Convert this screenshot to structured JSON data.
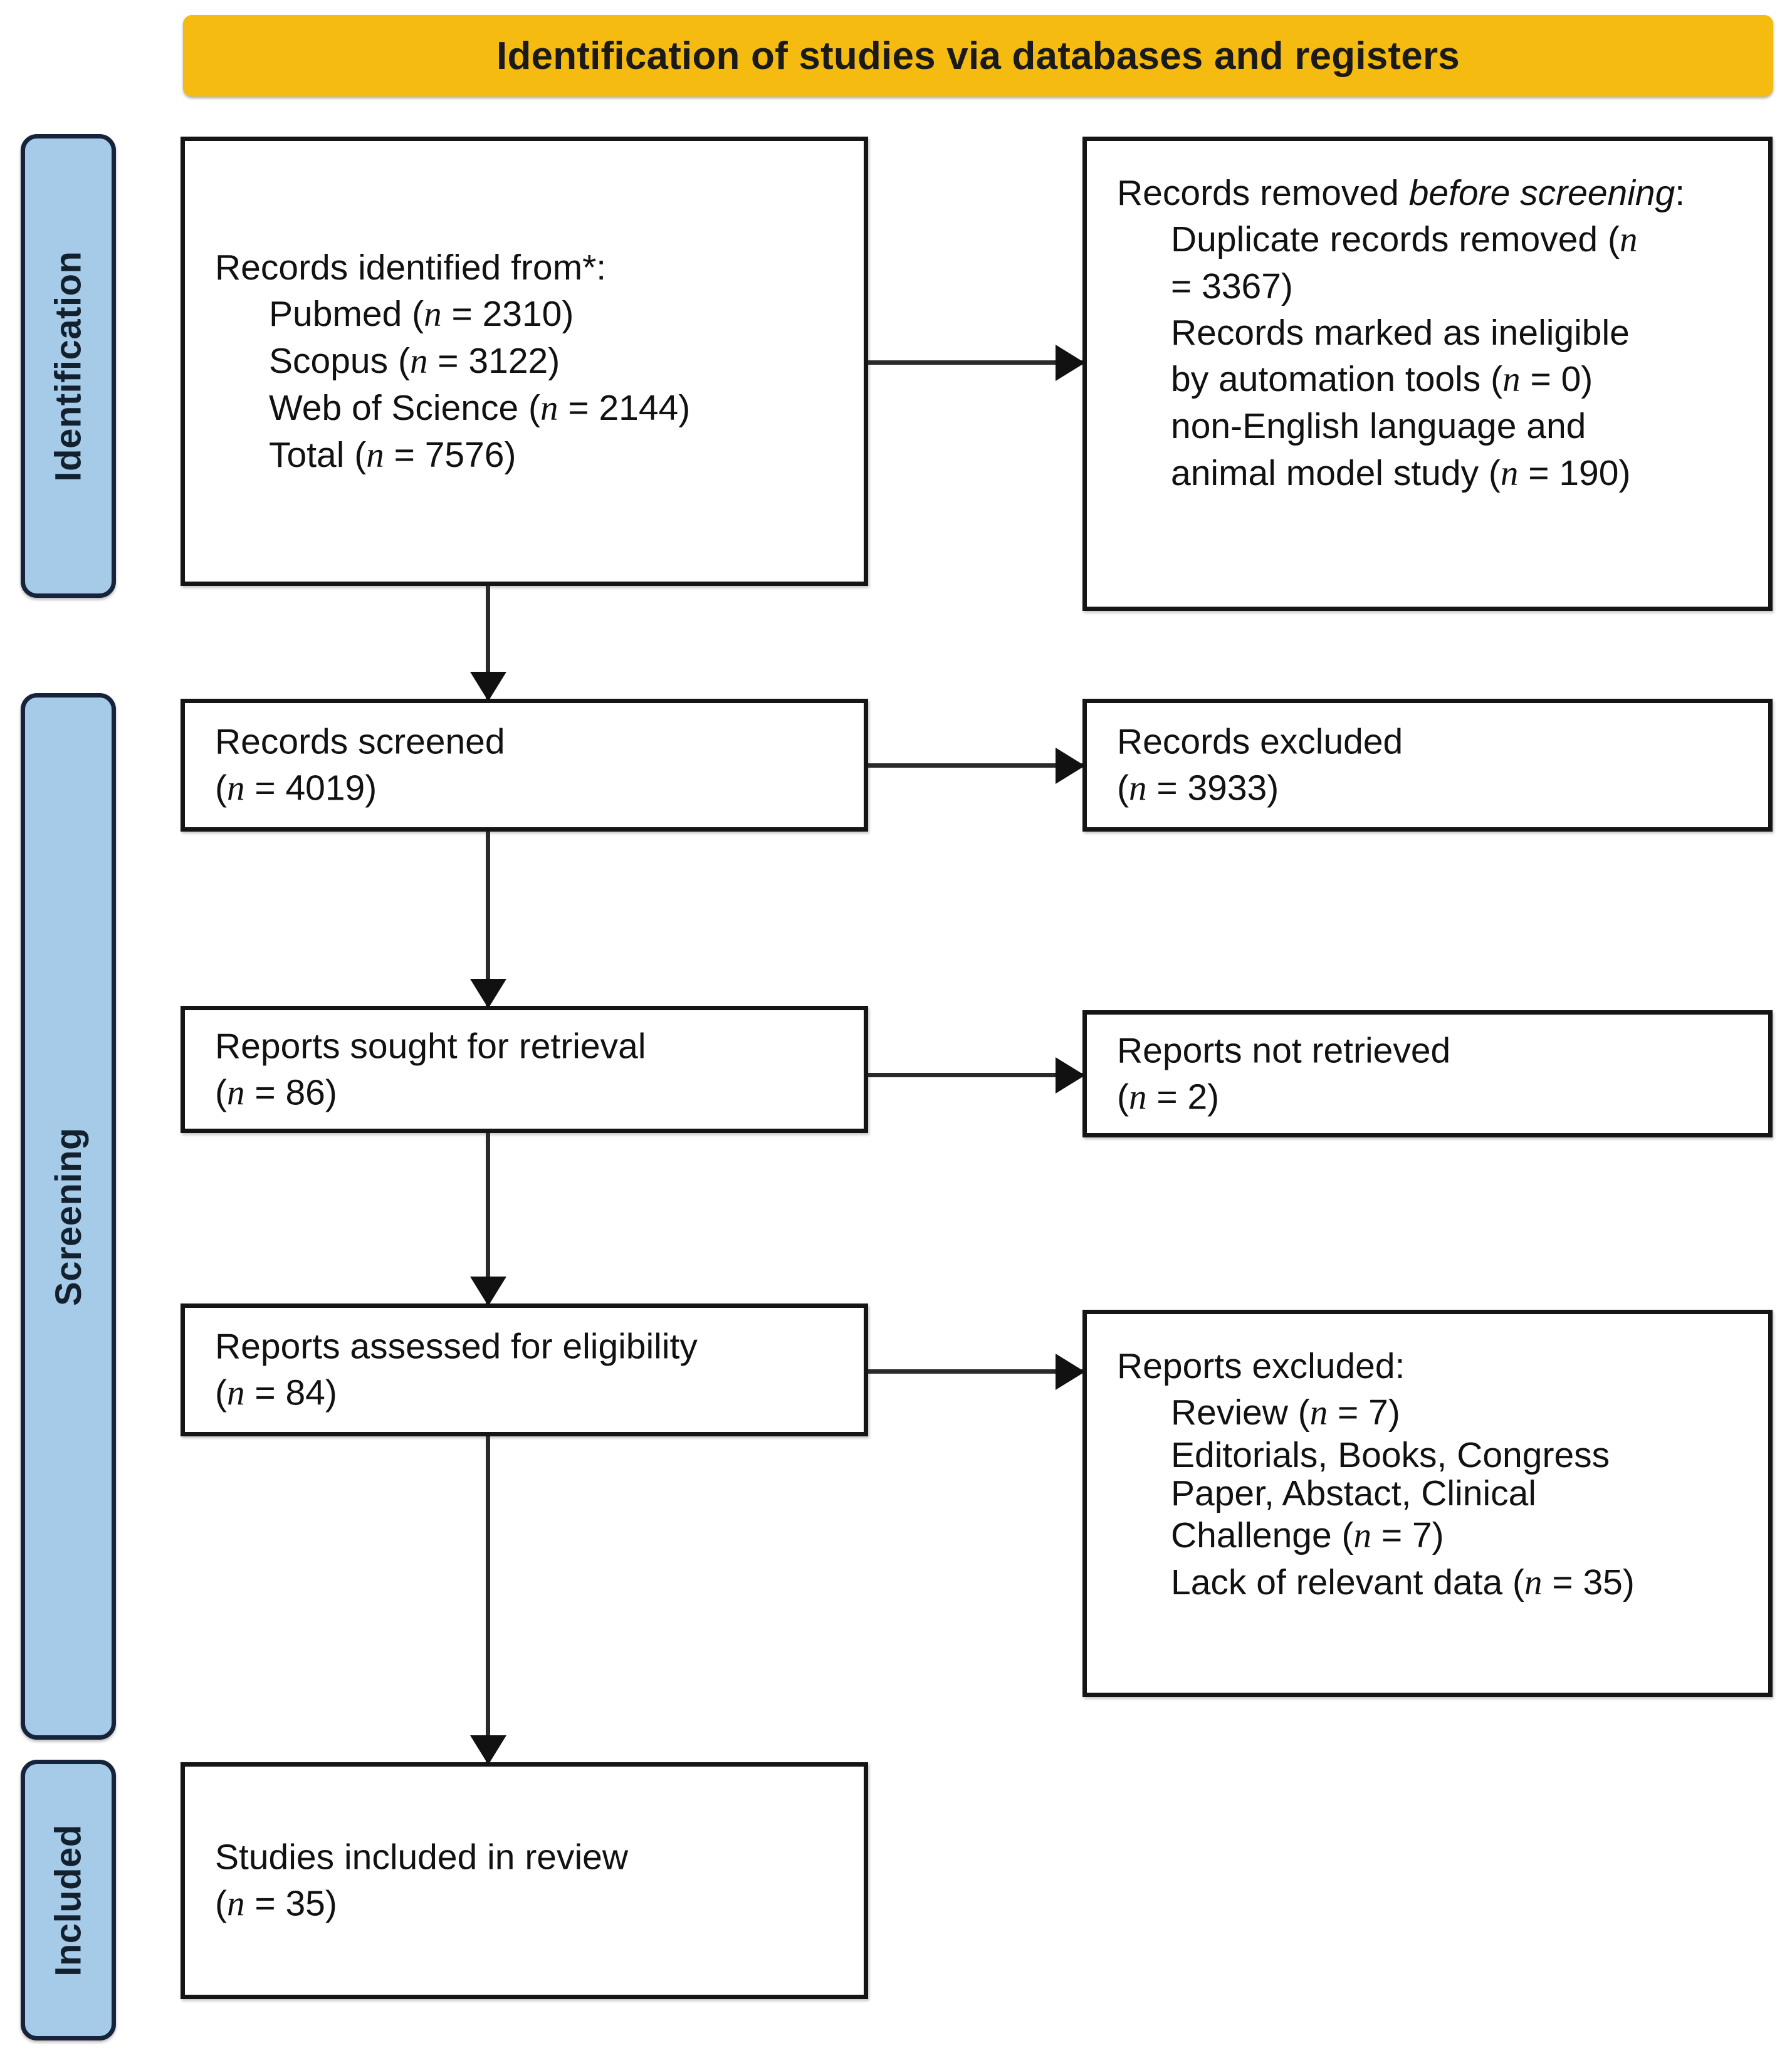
{
  "header": {
    "title": "Identification of studies via databases and registers",
    "accent_color": "#F5BB11"
  },
  "stages": {
    "identification": "Identification",
    "screening": "Screening",
    "included": "Included",
    "bar_color": "#A6CBE9",
    "bar_border_color": "#16233A"
  },
  "boxes": {
    "identified": {
      "heading": "Records identified from*:",
      "items": [
        "Pubmed (n = 2310)",
        "Scopus (n = 3122)",
        "Web of Science (n = 2144)",
        "Total (n = 7576)"
      ]
    },
    "removed": {
      "heading_part1": "Records removed ",
      "heading_italic": "before screening",
      "heading_part2": ":",
      "items": [
        "Duplicate records removed (n",
        "= 3367)",
        "Records marked as ineligible",
        "by automation tools (n = 0)",
        "non-English language and",
        "animal model study (n = 190)"
      ]
    },
    "screened": {
      "label": "Records screened",
      "count": "(n = 4019)"
    },
    "excluded": {
      "label": "Records excluded",
      "count": "(n = 3933)"
    },
    "sought": {
      "label": "Reports sought for retrieval",
      "count": "(n = 86)"
    },
    "not_retrieved": {
      "label": "Reports not retrieved",
      "count": "(n = 2)"
    },
    "assessed": {
      "label": "Reports assessed for eligibility",
      "count": "(n = 84)"
    },
    "reports_excluded": {
      "heading": "Reports excluded:",
      "items": [
        "Review (n = 7)",
        "Editorials, Books, Congress",
        "Paper, Abstact, Clinical",
        "Challenge (n = 7)",
        "Lack of relevant data (n = 35)"
      ]
    },
    "included": {
      "label": "Studies included in review",
      "count": "(n = 35)"
    }
  },
  "chart_data": {
    "type": "diagram",
    "title": "Identification of studies via databases and registers",
    "nodes": [
      {
        "id": "identified",
        "stage": "Identification",
        "label": "Records identified from*",
        "n": 7576,
        "sources": [
          {
            "name": "Pubmed",
            "n": 2310
          },
          {
            "name": "Scopus",
            "n": 3122
          },
          {
            "name": "Web of Science",
            "n": 2144
          }
        ]
      },
      {
        "id": "removed",
        "stage": "Identification",
        "label": "Records removed before screening",
        "reasons": [
          {
            "name": "Duplicate records removed",
            "n": 3367
          },
          {
            "name": "Records marked as ineligible by automation tools",
            "n": 0
          },
          {
            "name": "non-English language and animal model study",
            "n": 190
          }
        ]
      },
      {
        "id": "screened",
        "stage": "Screening",
        "label": "Records screened",
        "n": 4019
      },
      {
        "id": "excluded",
        "stage": "Screening",
        "label": "Records excluded",
        "n": 3933
      },
      {
        "id": "sought",
        "stage": "Screening",
        "label": "Reports sought for retrieval",
        "n": 86
      },
      {
        "id": "not_retrieved",
        "stage": "Screening",
        "label": "Reports not retrieved",
        "n": 2
      },
      {
        "id": "assessed",
        "stage": "Screening",
        "label": "Reports assessed for eligibility",
        "n": 84
      },
      {
        "id": "reports_excluded",
        "stage": "Screening",
        "label": "Reports excluded",
        "reasons": [
          {
            "name": "Review",
            "n": 7
          },
          {
            "name": "Editorials, Books, Congress Paper, Abstact, Clinical Challenge",
            "n": 7
          },
          {
            "name": "Lack of relevant data",
            "n": 35
          }
        ]
      },
      {
        "id": "included",
        "stage": "Included",
        "label": "Studies included in review",
        "n": 35
      }
    ],
    "edges": [
      {
        "from": "identified",
        "to": "removed",
        "dir": "right"
      },
      {
        "from": "identified",
        "to": "screened",
        "dir": "down"
      },
      {
        "from": "screened",
        "to": "excluded",
        "dir": "right"
      },
      {
        "from": "screened",
        "to": "sought",
        "dir": "down"
      },
      {
        "from": "sought",
        "to": "not_retrieved",
        "dir": "right"
      },
      {
        "from": "sought",
        "to": "assessed",
        "dir": "down"
      },
      {
        "from": "assessed",
        "to": "reports_excluded",
        "dir": "right"
      },
      {
        "from": "assessed",
        "to": "included",
        "dir": "down"
      }
    ]
  }
}
